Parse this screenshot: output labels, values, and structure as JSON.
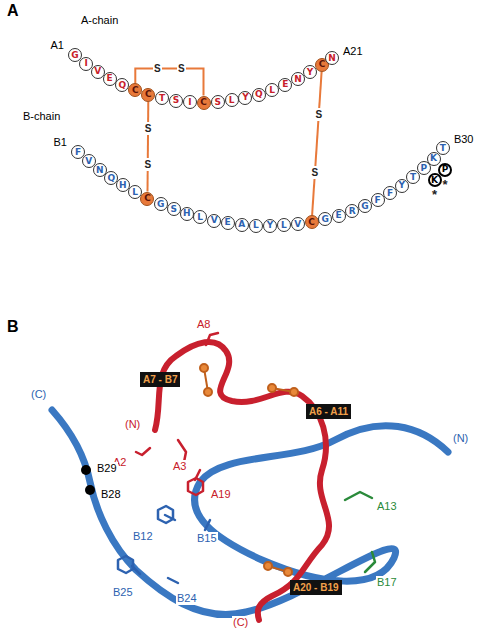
{
  "diagram": {
    "nodes": [
      {
        "text": [
          "G"
        ]
      },
      {
        "text": [
          "I"
        ]
      },
      {
        "text": [
          "V"
        ]
      },
      {
        "text": [
          "E"
        ]
      },
      {
        "text": [
          "Q"
        ]
      },
      {
        "text": [
          "C"
        ]
      },
      {
        "text": [
          "C"
        ]
      },
      {
        "text": [
          "T"
        ]
      },
      {
        "text": [
          "S"
        ]
      },
      {
        "text": [
          "I"
        ]
      },
      {
        "text": [
          "C"
        ]
      },
      {
        "text": [
          "S"
        ]
      },
      {
        "text": [
          "L"
        ]
      },
      {
        "text": [
          "Y"
        ]
      },
      {
        "text": [
          "Q"
        ]
      },
      {
        "text": [
          "L"
        ]
      },
      {
        "text": [
          "E"
        ]
      },
      {
        "text": [
          "N"
        ]
      },
      {
        "text": [
          "Y"
        ]
      },
      {
        "text": [
          "C"
        ]
      },
      {
        "text": [
          "N"
        ]
      },
      {
        "text": [
          "F"
        ]
      },
      {
        "text": [
          "V"
        ]
      },
      {
        "text": [
          "N"
        ]
      },
      {
        "text": [
          "Q"
        ]
      },
      {
        "text": [
          "H"
        ]
      },
      {
        "text": [
          "L"
        ]
      },
      {
        "text": [
          "C"
        ]
      },
      {
        "text": [
          "G"
        ]
      },
      {
        "text": [
          "S"
        ]
      },
      {
        "text": [
          "H"
        ]
      },
      {
        "text": [
          "L"
        ]
      },
      {
        "text": [
          "V"
        ]
      },
      {
        "text": [
          "E"
        ]
      },
      {
        "text": [
          "A"
        ]
      },
      {
        "text": [
          "L"
        ]
      },
      {
        "text": [
          "Y"
        ]
      },
      {
        "text": [
          "L"
        ]
      },
      {
        "text": [
          "V"
        ]
      },
      {
        "text": [
          "C"
        ]
      },
      {
        "text": [
          "G"
        ]
      },
      {
        "text": [
          "E"
        ]
      },
      {
        "text": [
          "R"
        ]
      },
      {
        "text": [
          "G"
        ]
      },
      {
        "text": [
          "F"
        ]
      },
      {
        "text": [
          "F"
        ]
      },
      {
        "text": [
          "Y"
        ]
      },
      {
        "text": [
          "T"
        ]
      },
      {
        "text": [
          "P"
        ]
      },
      {
        "text": [
          "K"
        ]
      },
      {
        "text": [
          "T"
        ]
      },
      {
        "text": [
          "K"
        ]
      },
      {
        "text": [
          "P"
        ]
      }
    ],
    "edges": [
      {
        "from": 5,
        "to": 10,
        "arrow": "none"
      },
      {
        "from": 6,
        "to": 27,
        "arrow": "none"
      },
      {
        "from": 19,
        "to": 39,
        "arrow": "none"
      }
    ],
    "labels": [
      "A",
      "A-chain",
      "B-chain",
      "A1",
      "A21",
      "B1",
      "B30",
      "S",
      "S",
      "S",
      "S",
      "S",
      "S",
      "*",
      "*",
      "B",
      "A8",
      "A7 - B7",
      "(N)",
      "A6 - A11",
      "A2",
      "A3",
      "(C)",
      "B29",
      "B28",
      "A19",
      "B12",
      "B15",
      "A13",
      "(N)",
      "B17",
      "B24",
      "B25",
      "A20 - B19",
      "(C)"
    ]
  }
}
